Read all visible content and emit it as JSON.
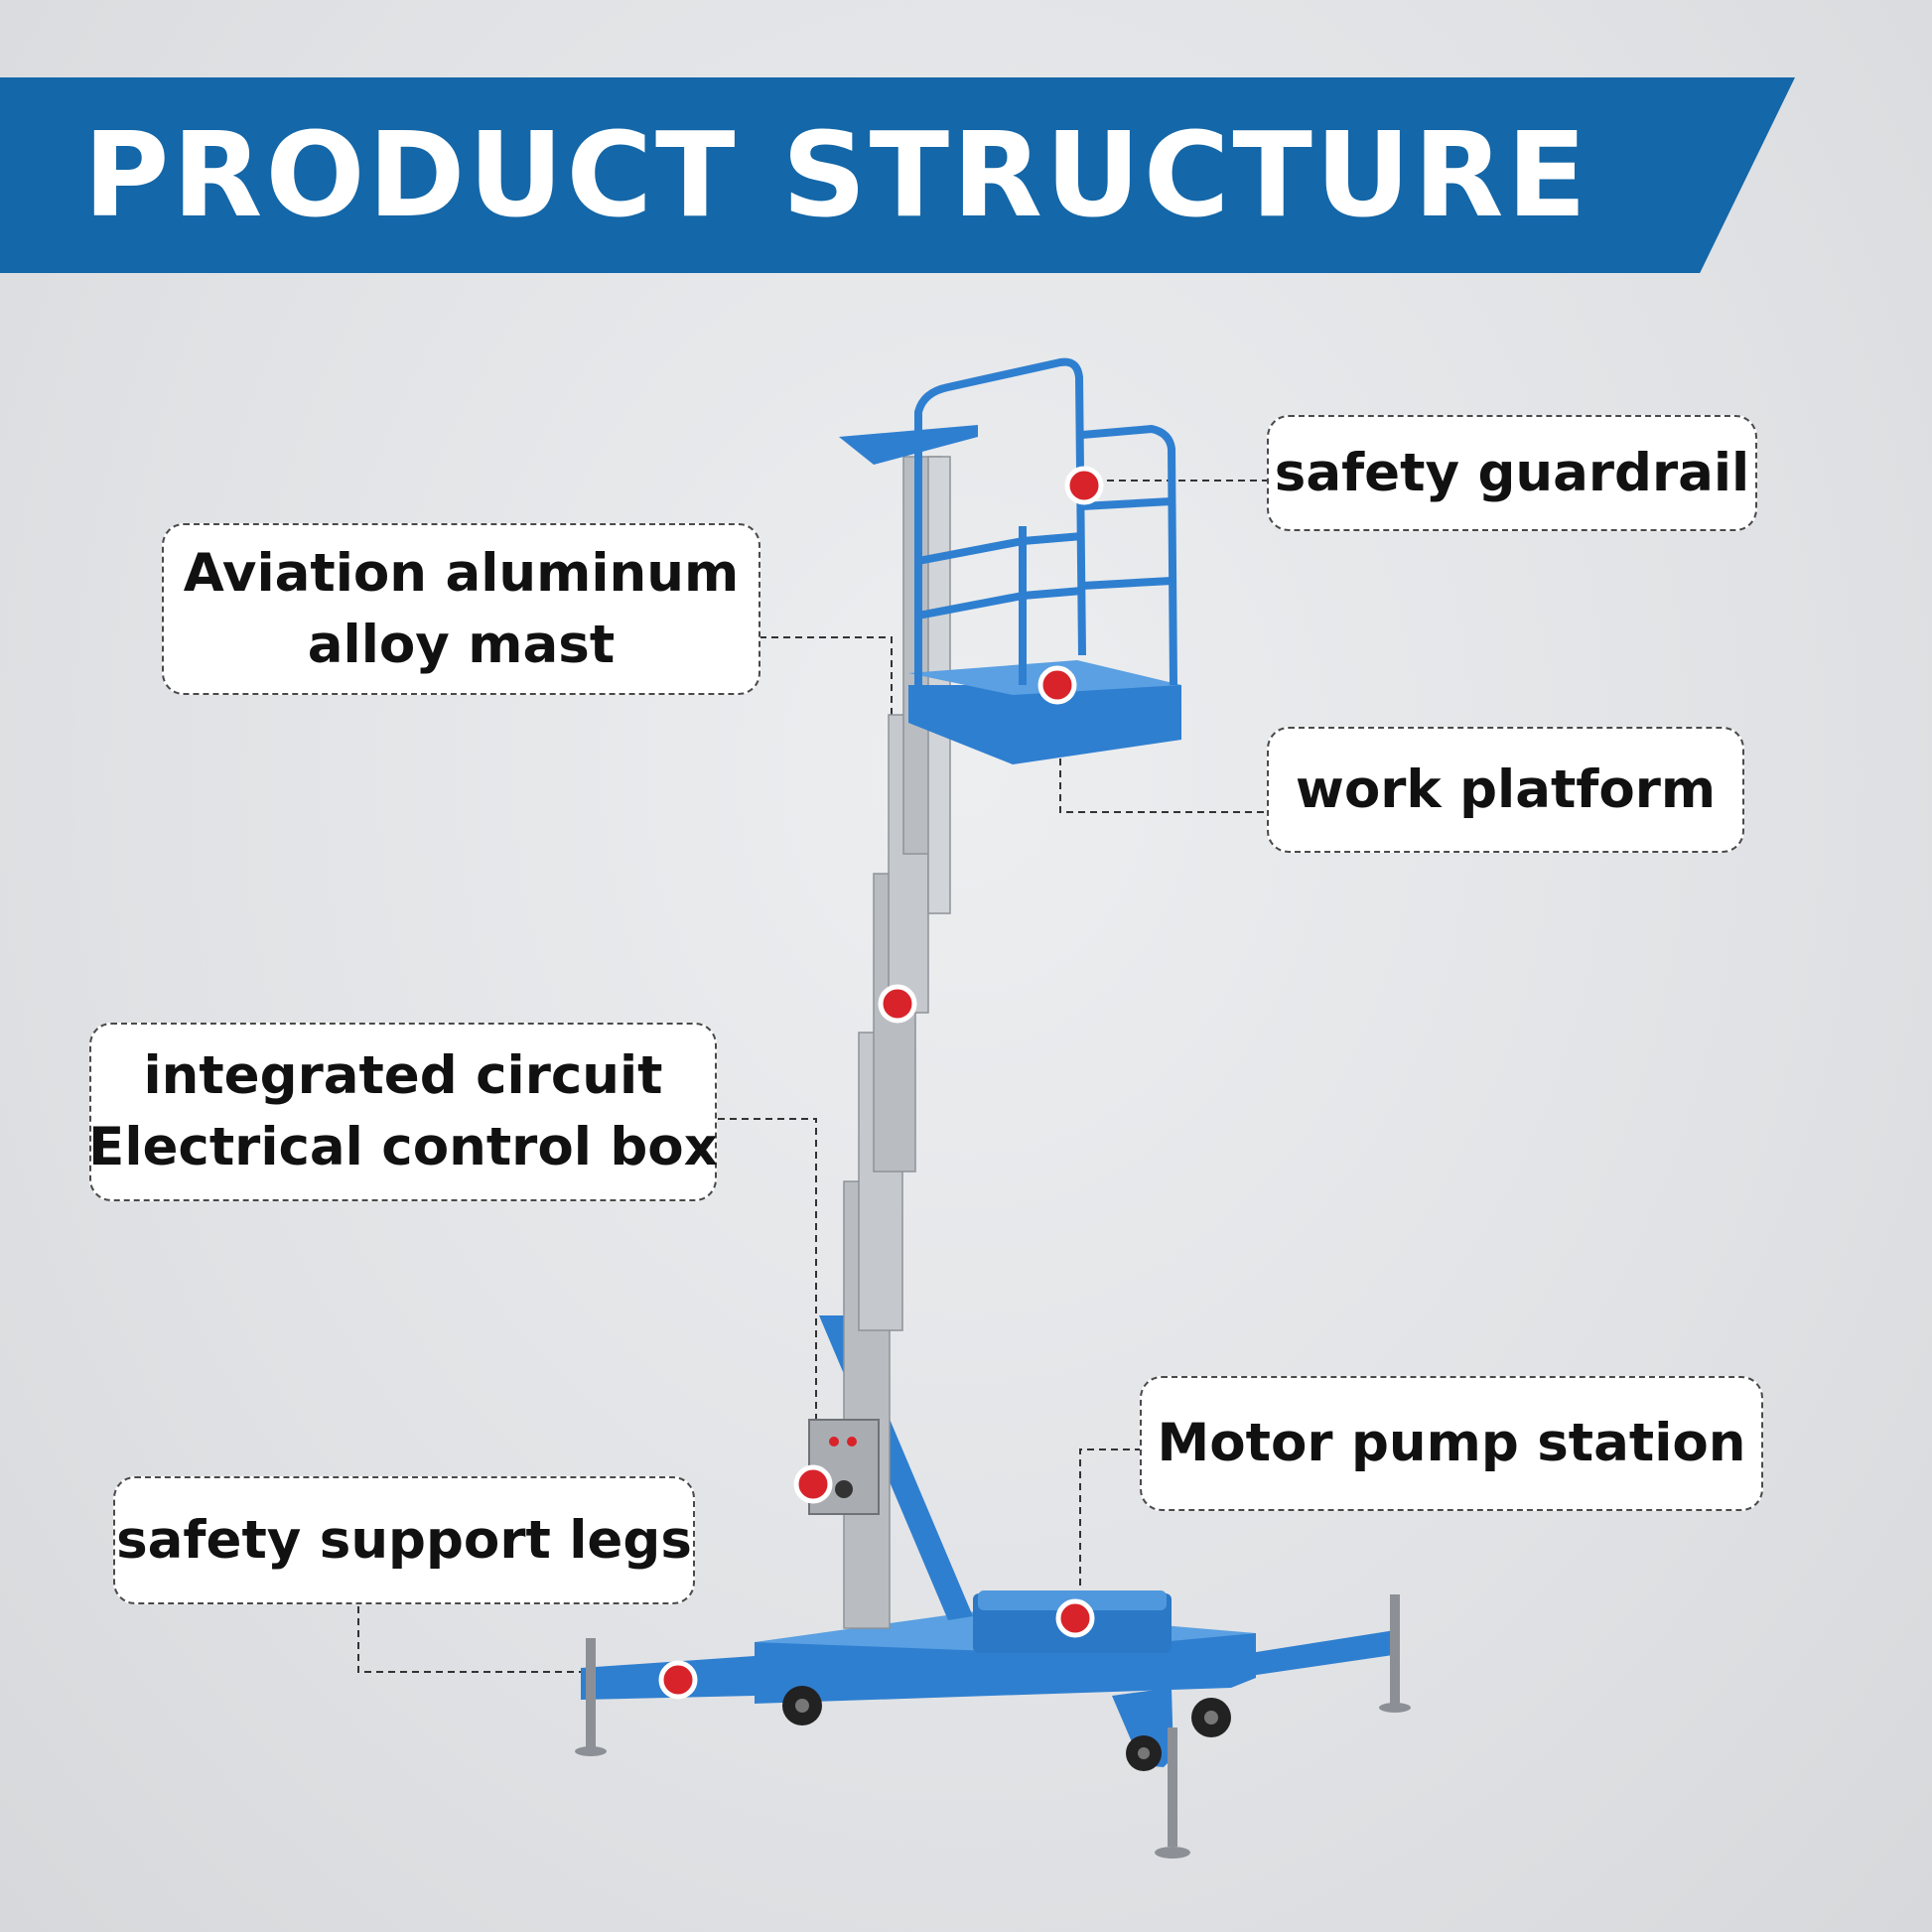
{
  "header": {
    "title": "PRODUCT STRUCTURE"
  },
  "callouts": {
    "mast": {
      "line1": "Aviation aluminum",
      "line2": "alloy mast"
    },
    "guardrail": {
      "label": "safety guardrail"
    },
    "platform": {
      "label": "work platform"
    },
    "control_box": {
      "line1": "integrated circuit",
      "line2": "Electrical control box"
    },
    "pump": {
      "label": "Motor pump station"
    },
    "legs": {
      "label": "safety support legs"
    }
  },
  "colors": {
    "banner": "#1467a8",
    "frame_blue": "#2f7fd0",
    "marker_red": "#d8232a",
    "mast_silver": "#b9bdc2"
  }
}
